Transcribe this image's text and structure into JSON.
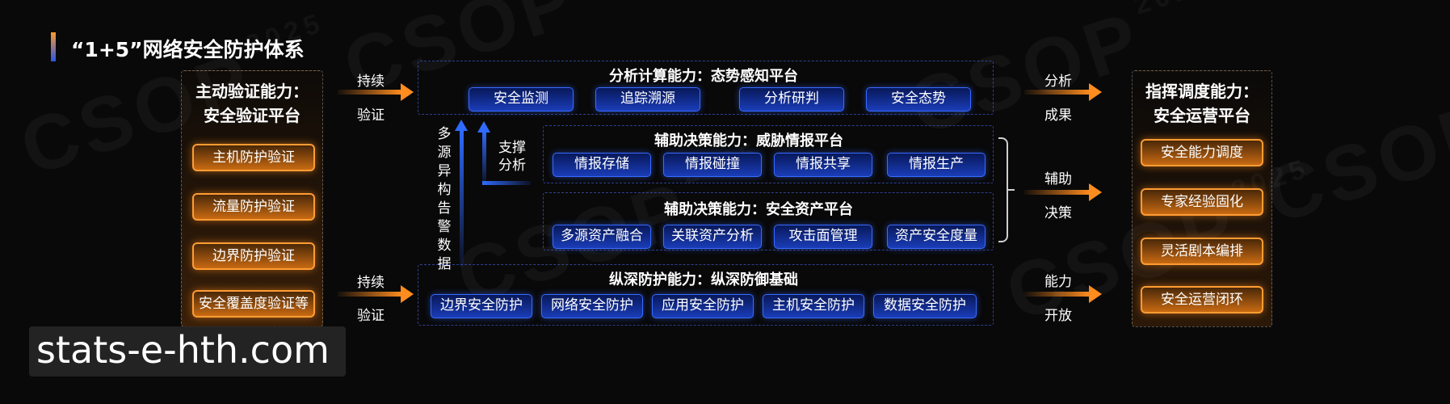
{
  "title": "“1+5”网络安全防护体系",
  "watermark": {
    "text": "CSOP",
    "year": "2025"
  },
  "left_panel": {
    "heading_line1": "主动验证能力：",
    "heading_line2": "安全验证平台",
    "items": [
      "主机防护验证",
      "流量防护验证",
      "边界防护验证",
      "安全覆盖度验证等"
    ]
  },
  "right_panel": {
    "heading_line1": "指挥调度能力：",
    "heading_line2": "安全运营平台",
    "items": [
      "安全能力调度",
      "专家经验固化",
      "灵活剧本编排",
      "安全运营闭环"
    ]
  },
  "analysis_platform": {
    "heading": "分析计算能力：态势感知平台",
    "items": [
      "安全监测",
      "追踪溯源",
      "分析研判",
      "安全态势"
    ]
  },
  "threat_platform": {
    "heading": "辅助决策能力：威胁情报平台",
    "items": [
      "情报存储",
      "情报碰撞",
      "情报共享",
      "情报生产"
    ]
  },
  "asset_platform": {
    "heading": "辅助决策能力：安全资产平台",
    "items": [
      "多源资产融合",
      "关联资产分析",
      "攻击面管理",
      "资产安全度量"
    ]
  },
  "defense_platform": {
    "heading": "纵深防护能力：纵深防御基础",
    "items": [
      "边界安全防护",
      "网络安全防护",
      "应用安全防护",
      "主机安全防护",
      "数据安全防护"
    ]
  },
  "left_arrows": [
    {
      "line1": "持续",
      "line2": "验证"
    },
    {
      "line1": "持续",
      "line2": "验证"
    }
  ],
  "right_arrows": [
    {
      "line1": "分析",
      "line2": "成果"
    },
    {
      "line1": "辅助",
      "line2": "决策"
    },
    {
      "line1": "能力",
      "line2": "开放"
    }
  ],
  "multi_source_label": [
    "多",
    "源",
    "异",
    "构",
    "告",
    "警",
    "数",
    "据"
  ],
  "support_label": {
    "line1": "支撑",
    "line2": "分析"
  },
  "footer": {
    "site": "stats-e-hth.com"
  }
}
